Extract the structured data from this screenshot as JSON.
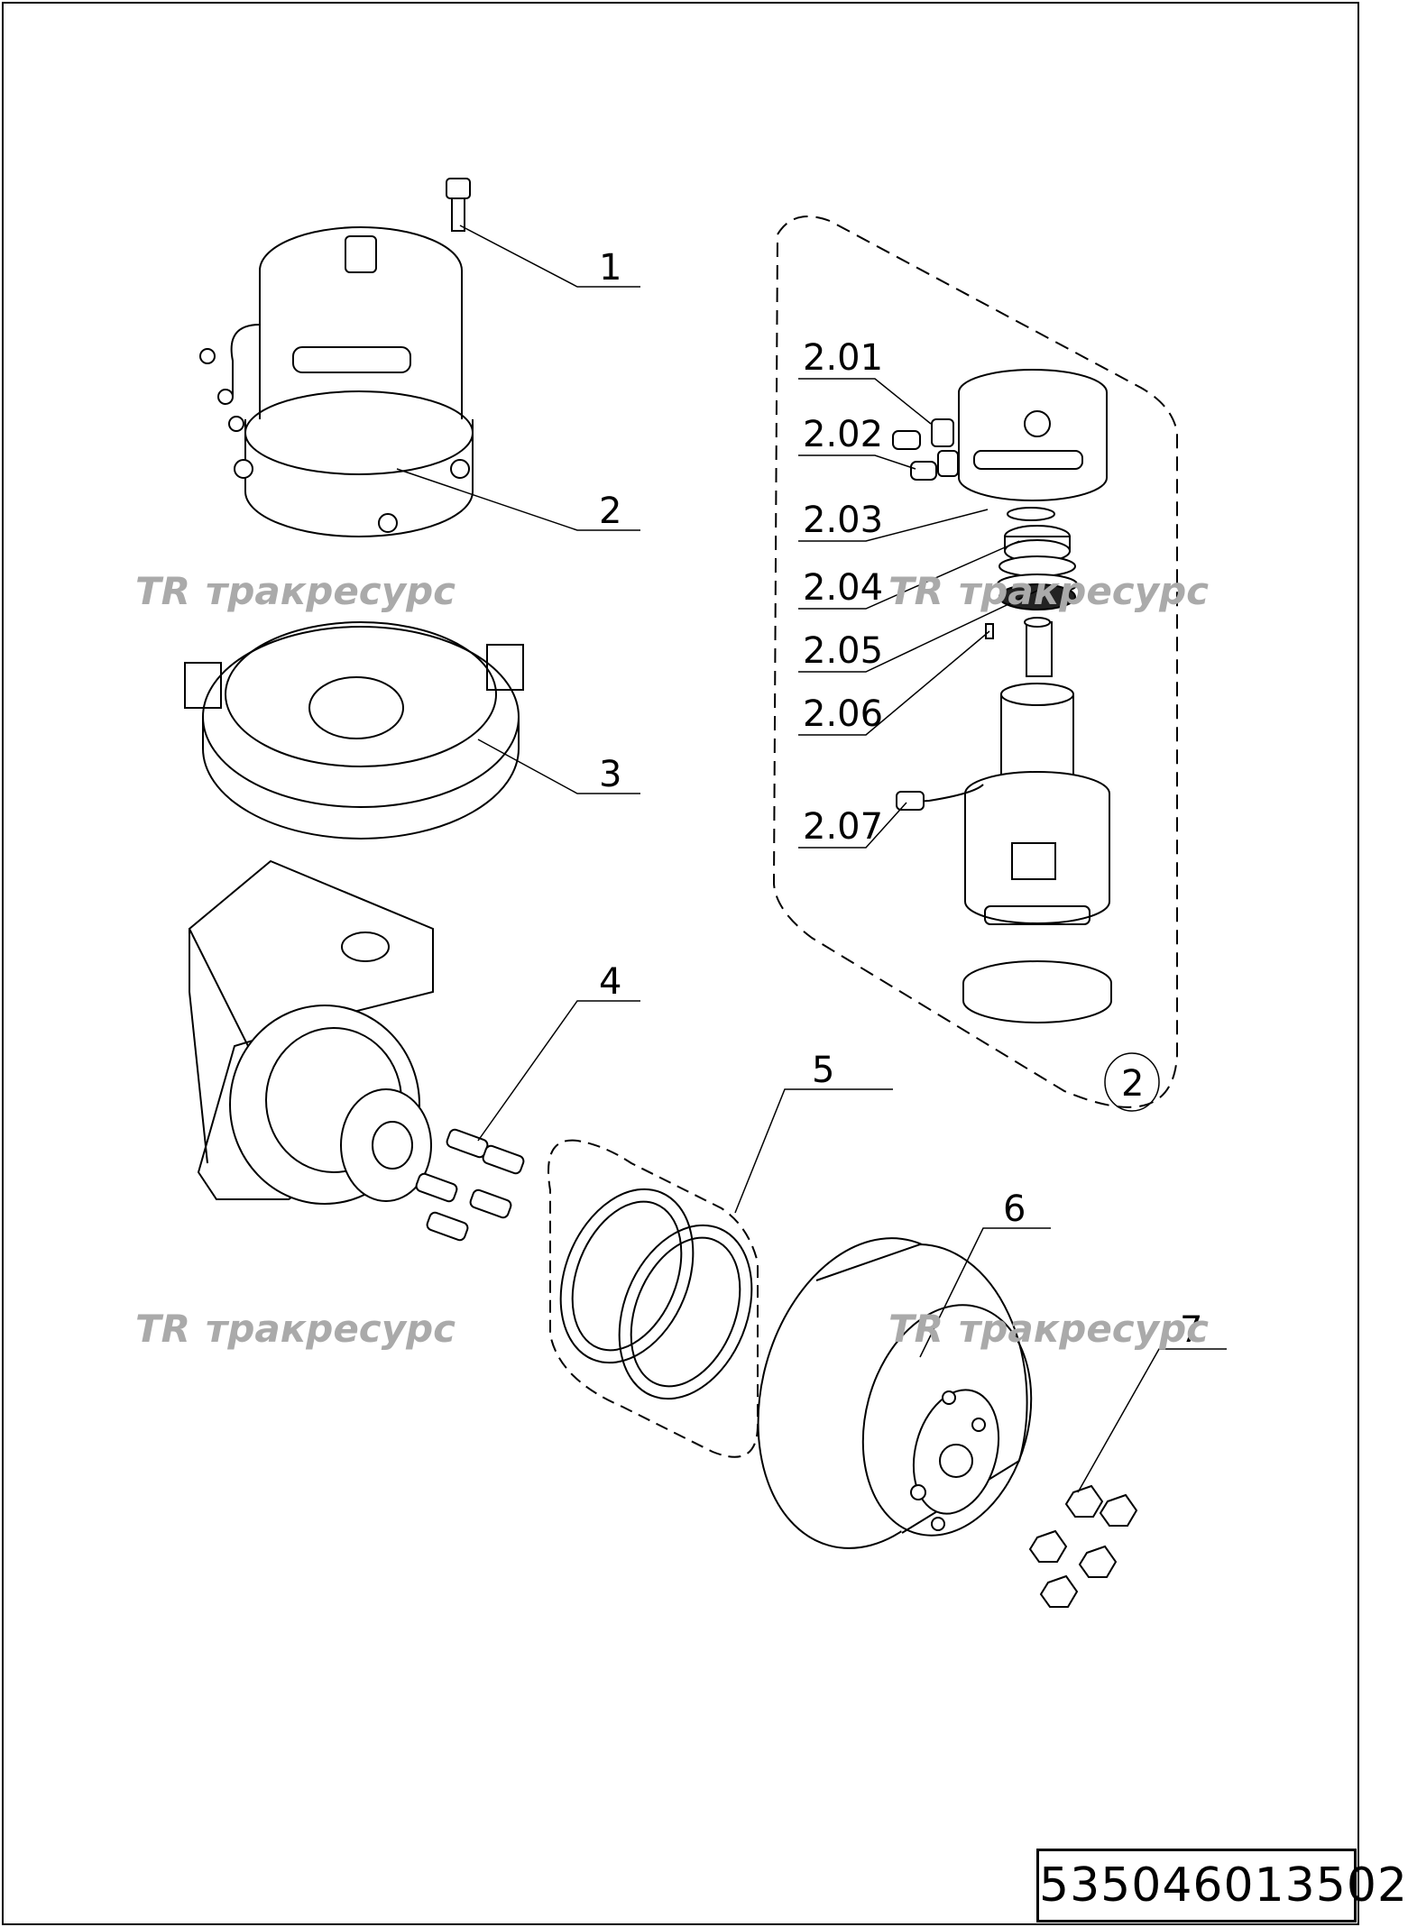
{
  "labels": {
    "p1": "1",
    "p2": "2",
    "p3": "3",
    "p4": "4",
    "p5": "5",
    "p6": "6",
    "p7": "7",
    "p201": "2.01",
    "p202": "2.02",
    "p203": "2.03",
    "p204": "2.04",
    "p205": "2.05",
    "p206": "2.06",
    "p207": "2.07",
    "group2": "2"
  },
  "watermark": {
    "logo": "TR",
    "text": "тракресурс"
  },
  "document": {
    "number": "535046013502"
  },
  "colors": {
    "line": "#000000",
    "watermark": "#aaaaaa",
    "background": "#ffffff"
  }
}
